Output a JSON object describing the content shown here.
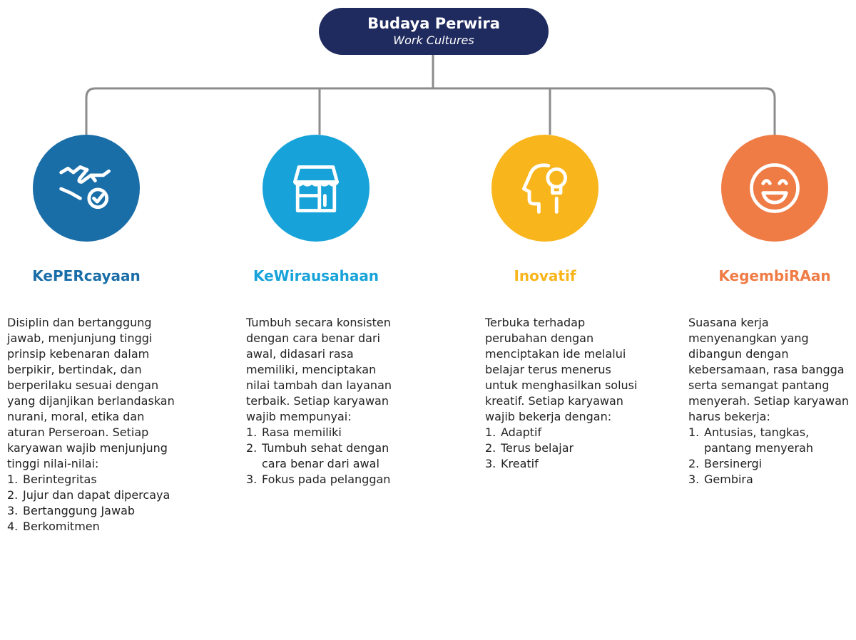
{
  "root": {
    "title": "Budaya Perwira",
    "subtitle": "Work Cultures"
  },
  "colors": {
    "root": "#1f2a5e",
    "connector": "#8c8c8c",
    "kepercayaan": "#1a6ea8",
    "kewirausahaan": "#17a3d9",
    "inovatif": "#f9b51c",
    "kegembiraan": "#ef7b45"
  },
  "values": [
    {
      "id": "kepercayaan",
      "icon": "handshake-check-icon",
      "title": "KePERcayaan",
      "description": "Disiplin dan bertanggung jawab, menjunjung tinggi prinsip kebenaran dalam berpikir, bertindak, dan berperilaku sesuai dengan yang dijanjikan berlandaskan nurani, moral, etika dan aturan Perseroan. Setiap karyawan wajib menjunjung tinggi nilai-nilai:",
      "items": [
        "Berintegritas",
        "Jujur dan dapat dipercaya",
        "Bertanggung Jawab",
        "Berkomitmen"
      ]
    },
    {
      "id": "kewirausahaan",
      "icon": "storefront-icon",
      "title": "KeWirausahaan",
      "description": "Tumbuh secara konsisten dengan cara benar dari awal, didasari rasa memiliki, menciptakan nilai tambah dan layanan terbaik. Setiap karyawan wajib mempunyai:",
      "items": [
        "Rasa memiliki",
        "Tumbuh sehat dengan cara benar dari awal",
        "Fokus pada pelanggan"
      ]
    },
    {
      "id": "inovatif",
      "icon": "head-lightbulb-icon",
      "title": "Inovatif",
      "description": "Terbuka terhadap perubahan dengan menciptakan ide melalui belajar terus menerus untuk menghasilkan solusi kreatif. Setiap karyawan wajib bekerja dengan:",
      "items": [
        "Adaptif",
        "Terus belajar",
        "Kreatif"
      ]
    },
    {
      "id": "kegembiraan",
      "icon": "smiley-face-icon",
      "title": "KegembiRAan",
      "description": "Suasana kerja menyenangkan yang dibangun dengan kebersamaan, rasa bangga serta semangat pantang menyerah. Setiap karyawan harus bekerja:",
      "items": [
        "Antusias, tangkas, pantang menyerah",
        "Bersinergi",
        "Gembira"
      ]
    }
  ]
}
